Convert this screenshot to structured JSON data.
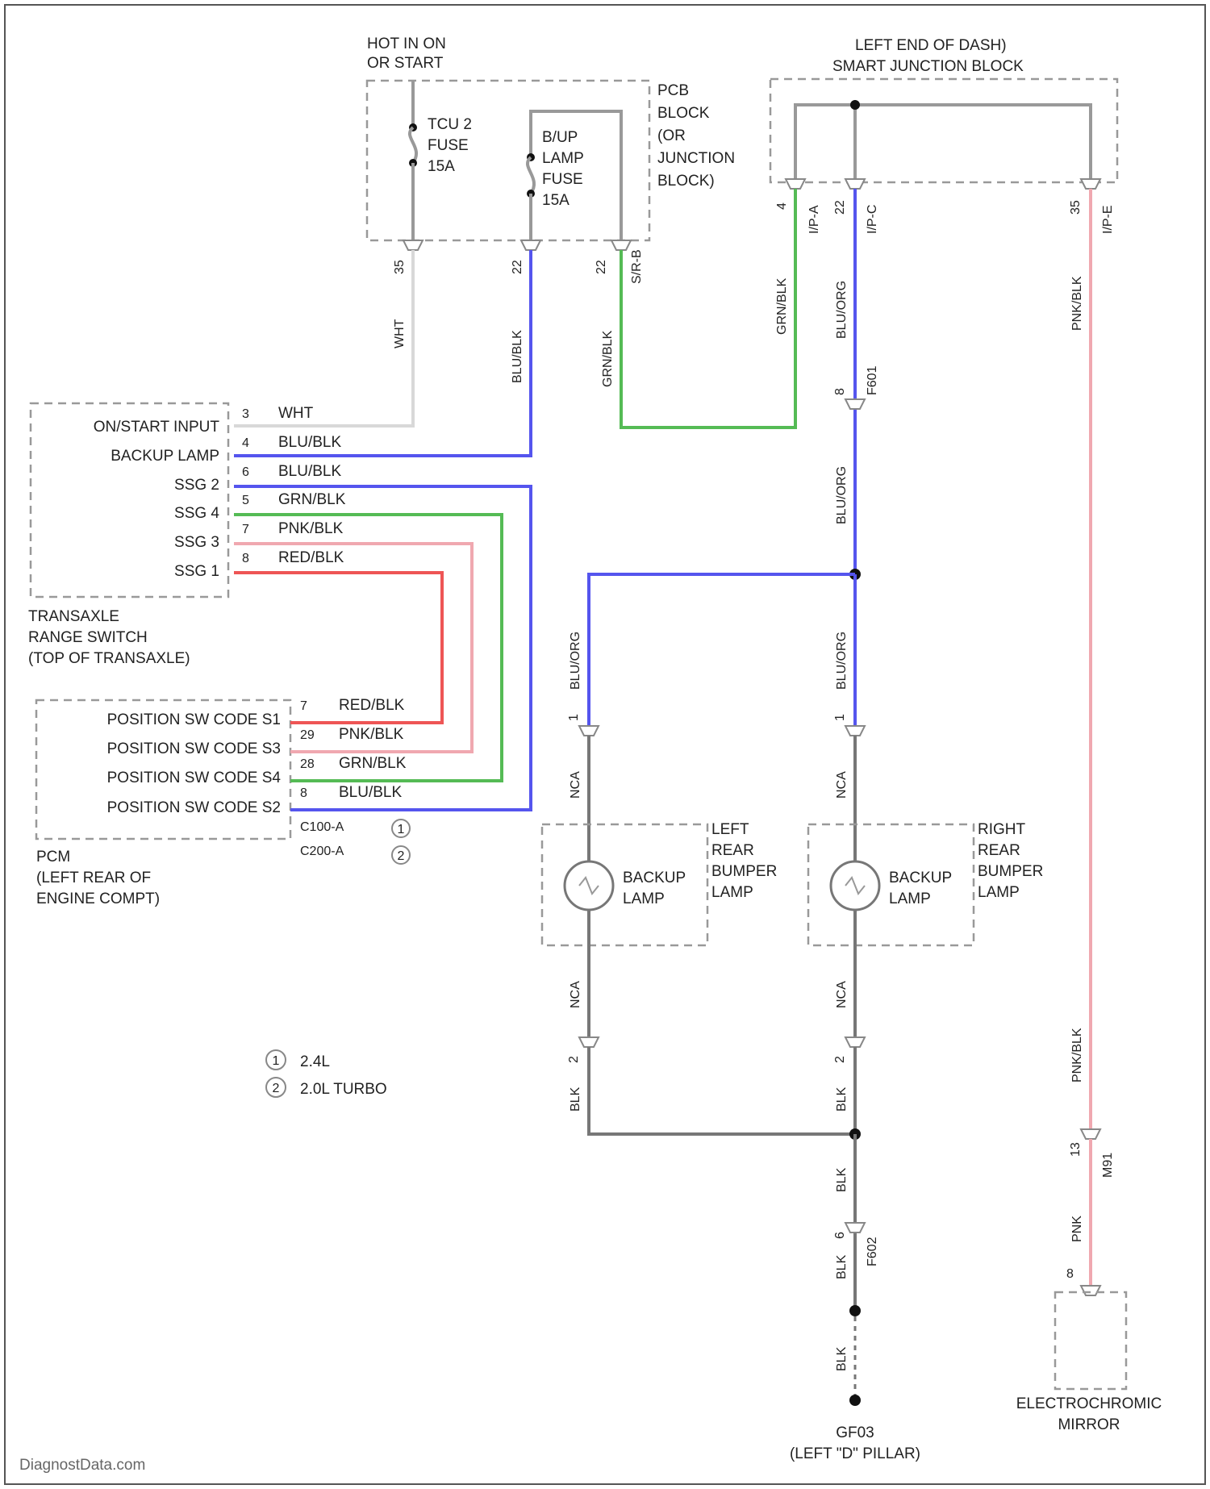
{
  "hot_label": [
    "HOT IN ON",
    "OR START"
  ],
  "pcb": {
    "label": [
      "PCB",
      "BLOCK",
      "(OR",
      "JUNCTION",
      "BLOCK)"
    ],
    "fuse1": [
      "TCU 2",
      "FUSE",
      "15A"
    ],
    "fuse2": [
      "B/UP",
      "LAMP",
      "FUSE",
      "15A"
    ],
    "pins": [
      "35",
      "22",
      "22"
    ],
    "conn": "S/R-B"
  },
  "sjb": {
    "label": [
      "LEFT END OF DASH)",
      "SMART JUNCTION BLOCK"
    ],
    "pins": [
      "4",
      "22",
      "35"
    ],
    "conns": [
      "I/P-A",
      "I/P-C",
      "I/P-E"
    ]
  },
  "wire_colors": {
    "wht": "WHT",
    "blu_blk": "BLU/BLK",
    "grn_blk": "GRN/BLK",
    "blu_org": "BLU/ORG",
    "pnk_blk": "PNK/BLK",
    "red_blk": "RED/BLK",
    "nca": "NCA",
    "blk": "BLK",
    "pnk": "PNK"
  },
  "trs": {
    "label": [
      "TRANSAXLE",
      "RANGE SWITCH",
      "(TOP OF TRANSAXLE)"
    ],
    "rows": [
      {
        "name": "ON/START INPUT",
        "pin": "3",
        "wire": "WHT"
      },
      {
        "name": "BACKUP LAMP",
        "pin": "4",
        "wire": "BLU/BLK"
      },
      {
        "name": "SSG 2",
        "pin": "6",
        "wire": "BLU/BLK"
      },
      {
        "name": "SSG 4",
        "pin": "5",
        "wire": "GRN/BLK"
      },
      {
        "name": "SSG 3",
        "pin": "7",
        "wire": "PNK/BLK"
      },
      {
        "name": "SSG 1",
        "pin": "8",
        "wire": "RED/BLK"
      }
    ]
  },
  "pcm": {
    "label": [
      "PCM",
      "(LEFT REAR OF",
      "ENGINE COMPT)"
    ],
    "rows": [
      {
        "name": "POSITION SW CODE S1",
        "pin": "7",
        "wire": "RED/BLK"
      },
      {
        "name": "POSITION SW CODE S3",
        "pin": "29",
        "wire": "PNK/BLK"
      },
      {
        "name": "POSITION SW CODE S4",
        "pin": "28",
        "wire": "GRN/BLK"
      },
      {
        "name": "POSITION SW CODE S2",
        "pin": "8",
        "wire": "BLU/BLK"
      }
    ],
    "conns": [
      "C100-A",
      "C200-A"
    ]
  },
  "notes": [
    {
      "num": "1",
      "text": "2.4L"
    },
    {
      "num": "2",
      "text": "2.0L TURBO"
    }
  ],
  "lamps": {
    "left": {
      "name": [
        "BACKUP",
        "LAMP"
      ],
      "label": [
        "LEFT",
        "REAR",
        "BUMPER",
        "LAMP"
      ]
    },
    "right": {
      "name": [
        "BACKUP",
        "LAMP"
      ],
      "label": [
        "RIGHT",
        "REAR",
        "BUMPER",
        "LAMP"
      ]
    },
    "pin_top": "1",
    "pin_bot": "2"
  },
  "inline": {
    "f601": "F601",
    "f602": "F602",
    "f602_pin": "6",
    "f601_pin": "8",
    "m_conn": "M91",
    "m_pin": "13",
    "mirror_pin": "8"
  },
  "ground": [
    "GF03",
    "(LEFT \"D\" PILLAR)"
  ],
  "mirror": [
    "ELECTROCHROMIC",
    "MIRROR"
  ],
  "watermark": "DiagnostData.com"
}
